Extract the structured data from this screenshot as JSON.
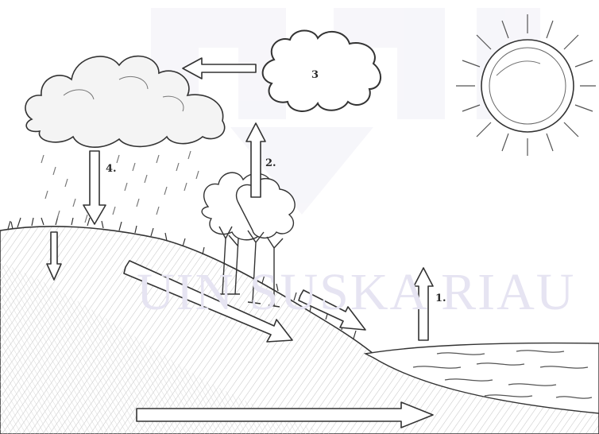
{
  "diagram": {
    "labels": {
      "step1": "1.",
      "step2": "2.",
      "step3": "3",
      "step4": "4."
    },
    "watermark": {
      "text": "UIN SUSKA RIAU"
    },
    "colors": {
      "ink": "#2a2a2a",
      "pencil_shade": "#bdbdbd",
      "watermark": "#e6e4f2"
    }
  }
}
